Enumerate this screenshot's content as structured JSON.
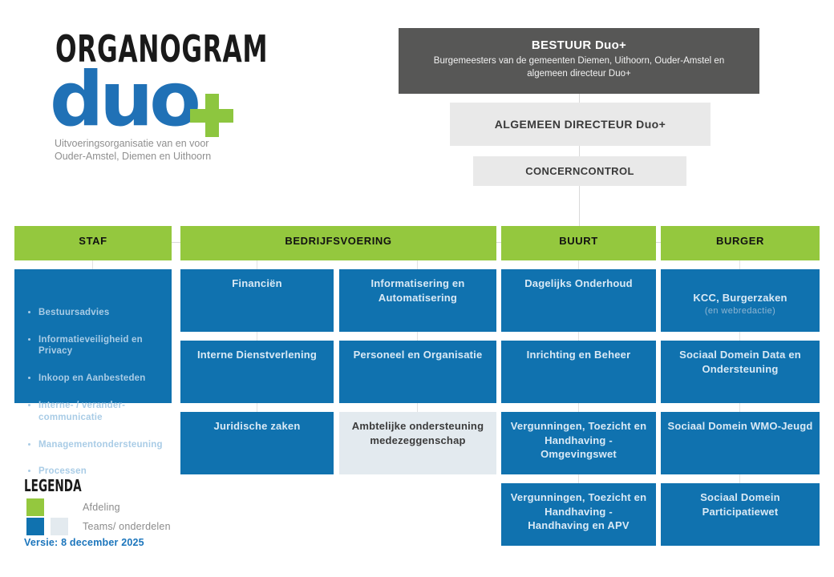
{
  "header": {
    "title": "ORGANOGRAM"
  },
  "logo": {
    "wordmark": "duo",
    "plus_icon": "plus",
    "tagline": "Uitvoeringsorganisatie van en voor\nOuder-Amstel, Diemen en Uithoorn"
  },
  "hierarchy": {
    "bestuur": {
      "title": "BESTUUR Duo+",
      "subtitle": "Burgemeesters van de gemeenten Diemen, Uithoorn, Ouder-Amstel en\nalgemeen directeur Duo+"
    },
    "algemeen_directeur": {
      "title": "ALGEMEEN DIRECTEUR Duo+"
    },
    "concerncontrol": {
      "title": "CONCERNCONTROL"
    }
  },
  "columns": [
    {
      "header": "STAF",
      "items": [
        "Bestuursadvies",
        "Informatieveiligheid en Privacy",
        "Inkoop en Aanbesteden",
        "Interne- / verander-communicatie",
        "Managementondersteuning",
        "Processen"
      ]
    },
    {
      "header": "BEDRIJFSVOERING",
      "cells": [
        {
          "label": "Financiën"
        },
        {
          "label": "Informatisering en\nAutomatisering"
        },
        {
          "label": "Interne Dienstverlening"
        },
        {
          "label": "Personeel en Organisatie"
        },
        {
          "label": "Juridische zaken"
        },
        {
          "label": "Ambtelijke ondersteuning\nmedezeggenschap"
        }
      ]
    },
    {
      "header": "BUURT",
      "cells": [
        {
          "label": "Dagelijks Onderhoud"
        },
        {
          "label": "Inrichting en Beheer"
        },
        {
          "label": "Vergunningen, Toezicht en\nHandhaving -\nOmgevingswet"
        },
        {
          "label": "Vergunningen, Toezicht en\nHandhaving  -\nHandhaving en APV"
        }
      ]
    },
    {
      "header": "BURGER",
      "cells": [
        {
          "label": "KCC, Burgerzaken",
          "sublabel": "(en webredactie)"
        },
        {
          "label": "Sociaal Domein Data en\nOndersteuning"
        },
        {
          "label": "Sociaal Domein WMO-Jeugd"
        },
        {
          "label": "Sociaal Domein\nParticipatiewet"
        }
      ]
    }
  ],
  "legend": {
    "title": "LEGENDA",
    "entries": [
      {
        "label": "Afdeling"
      },
      {
        "label": "Teams/ onderdelen"
      }
    ],
    "version": "Versie: 8 december 2025"
  },
  "colors": {
    "green": "#94C83E",
    "blue": "#1072AF",
    "dark_gray": "#575756",
    "light_gray": "#E9E9E9",
    "pale_blue": "#E3EAEF",
    "logo_blue": "#2071B6",
    "logo_green": "#8DC63F",
    "version_text": "#1B75BC"
  }
}
